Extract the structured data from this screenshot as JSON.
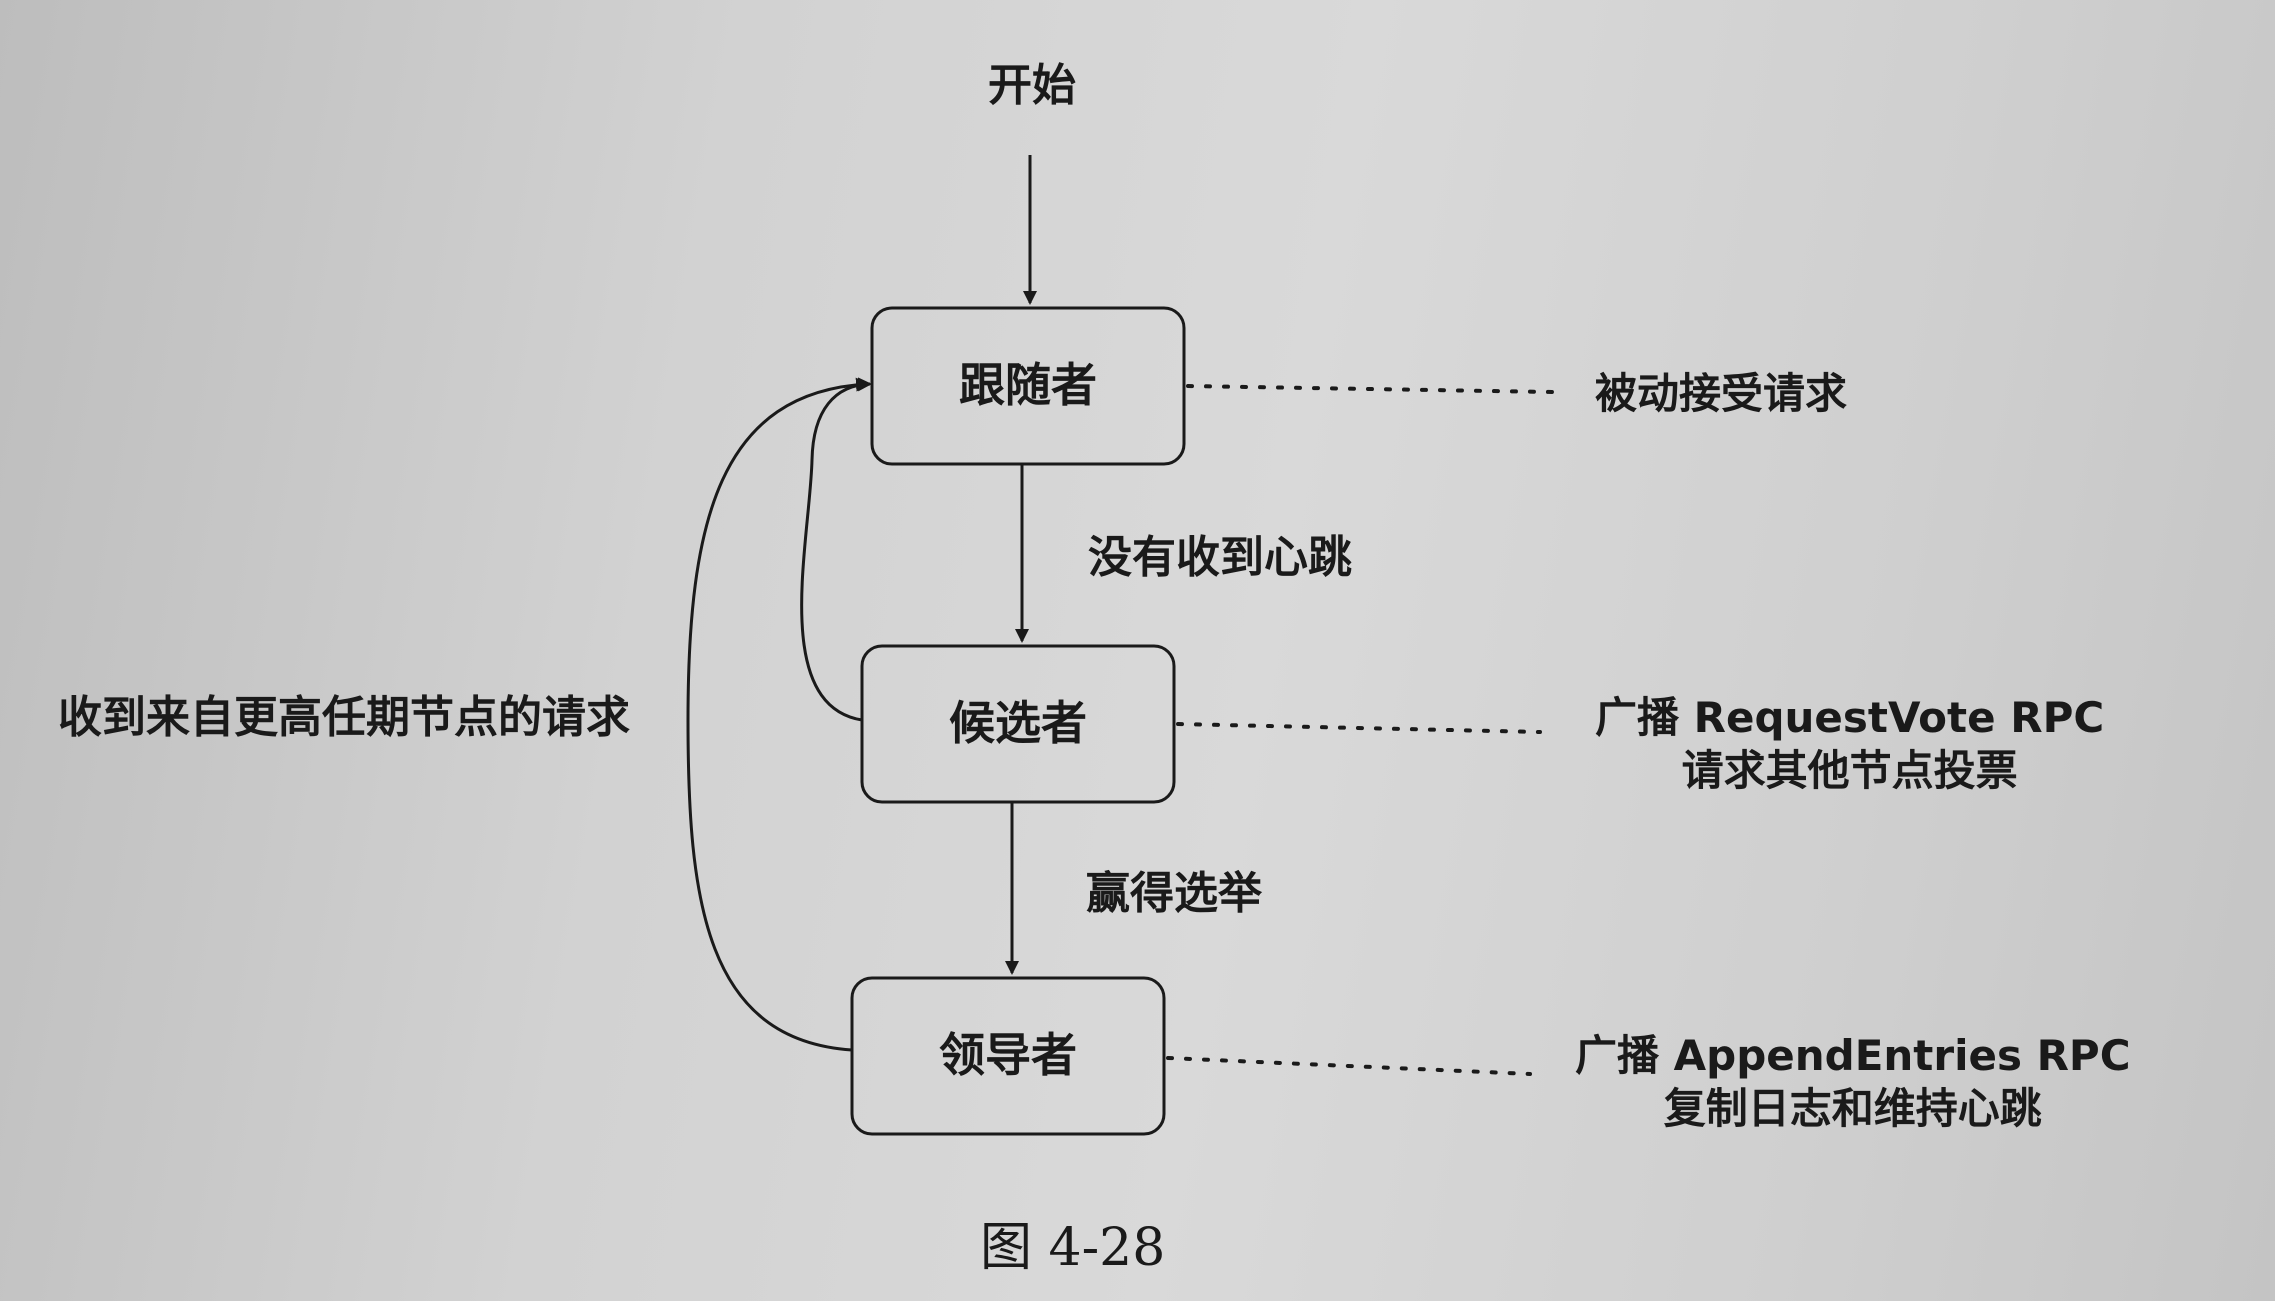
{
  "start_label": "开始",
  "nodes": {
    "follower": "跟随者",
    "candidate": "候选者",
    "leader": "领导者"
  },
  "edges": {
    "no_heartbeat": "没有收到心跳",
    "win_election": "赢得选举",
    "higher_term": "收到来自更高任期节点的请求"
  },
  "notes": {
    "follower": [
      "被动接受请求"
    ],
    "candidate": [
      "广播 RequestVote RPC",
      "请求其他节点投票"
    ],
    "leader": [
      "广播 AppendEntries RPC",
      "复制日志和维持心跳"
    ]
  },
  "caption": "图 4-28"
}
